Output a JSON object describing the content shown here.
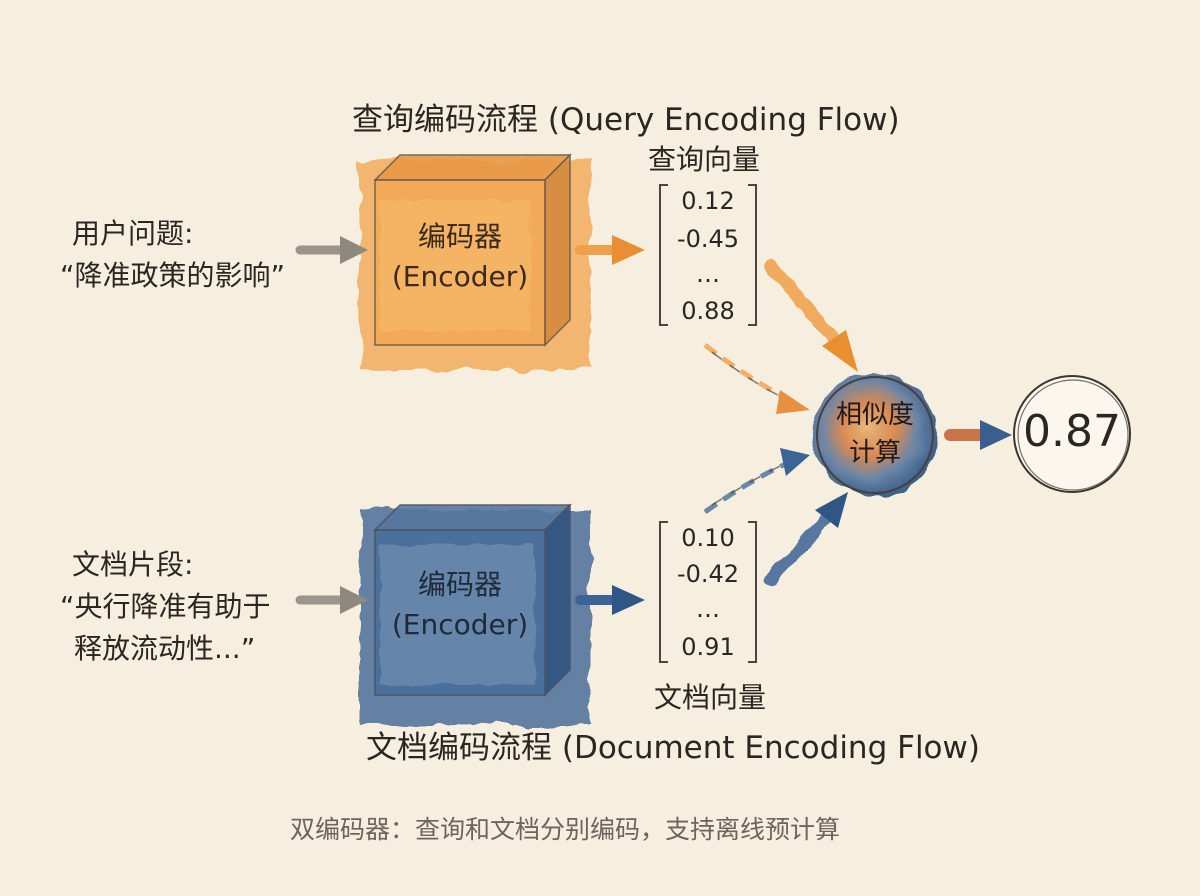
{
  "query_flow": {
    "title": "查询编码流程 (Query Encoding Flow)",
    "input": {
      "label": "用户问题:",
      "text": "“降准政策的影响”"
    },
    "encoder": {
      "line1": "编码器",
      "line2": "(Encoder)"
    },
    "vector": {
      "title": "查询向量",
      "values": [
        "0.12",
        "-0.45",
        "…",
        "0.88"
      ]
    }
  },
  "doc_flow": {
    "title": "文档编码流程 (Document Encoding Flow)",
    "input": {
      "label": "文档片段:",
      "line1": "“央行降准有助于",
      "line2": "释放流动性...”"
    },
    "encoder": {
      "line1": "编码器",
      "line2": "(Encoder)"
    },
    "vector": {
      "title": "文档向量",
      "values": [
        "0.10",
        "-0.42",
        "…",
        "0.91"
      ]
    }
  },
  "similarity": {
    "line1": "相似度",
    "line2": "计算"
  },
  "result": {
    "value": "0.87"
  },
  "caption": "双编码器：查询和文档分别编码，支持离线预计算",
  "colors": {
    "background": "#f6efdf",
    "query_accent": "#f0a04a",
    "doc_accent": "#3d6496",
    "arrow_grey": "#9a948a",
    "ink": "#2a2622"
  }
}
